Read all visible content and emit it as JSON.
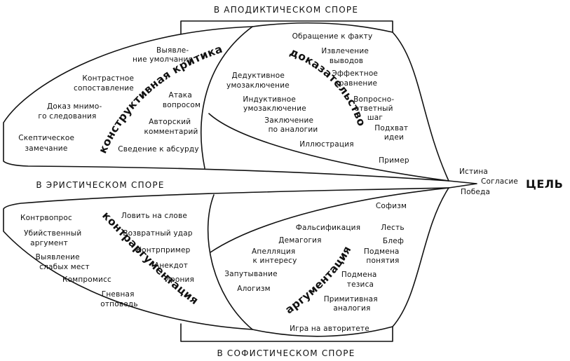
{
  "headers": {
    "apodictic": "В АПОДИКТИЧЕСКОМ СПОРЕ",
    "eristic": "В ЭРИСТИЧЕСКОМ СПОРЕ",
    "sophistic": "В СОФИСТИЧЕСКОМ СПОРЕ"
  },
  "goal": {
    "title": "ЦЕЛЬ",
    "items": [
      "Истина",
      "Согласие",
      "Победа"
    ]
  },
  "constructive_criticism": {
    "title": "конструктивная критика",
    "items": [
      [
        "Выявле-",
        "ние умолчания"
      ],
      [
        "Контрастное",
        "сопоставление"
      ],
      [
        "Доказ мнимо-",
        "го следования"
      ],
      [
        "Скептическое",
        "замечание"
      ],
      [
        "Атака",
        "вопросом"
      ],
      [
        "Авторский",
        "комментарий"
      ],
      [
        "Сведение к абсурду"
      ]
    ]
  },
  "proof": {
    "title": "доказательство",
    "items": [
      [
        "Обращение к факту"
      ],
      [
        "Извлечение",
        "выводов"
      ],
      [
        "Эффектное",
        "сравнение"
      ],
      [
        "Вопросно-",
        "ответный",
        "шаг"
      ],
      [
        "Подхват",
        "идеи"
      ],
      [
        "Пример"
      ],
      [
        "Дедуктивное",
        "умозаключение"
      ],
      [
        "Индуктивное",
        "умозаключение"
      ],
      [
        "Заключение",
        "по аналогии"
      ],
      [
        "Иллюстрация"
      ]
    ]
  },
  "counterargumentation": {
    "title": "контраргументация",
    "items": [
      [
        "Контрвопрос"
      ],
      [
        "Убийственный",
        "аргумент"
      ],
      [
        "Выявление",
        "слабых мест"
      ],
      [
        "Компромисс"
      ],
      [
        "Гневная",
        "отповедь"
      ],
      [
        "Ловить на слове"
      ],
      [
        "Возвратный удар"
      ],
      [
        "Контрпример"
      ],
      [
        "Анекдот"
      ],
      [
        "Ирония"
      ]
    ]
  },
  "argumentation": {
    "title": "аргументация",
    "items": [
      [
        "Софизм"
      ],
      [
        "Фальсификация"
      ],
      [
        "Лесть"
      ],
      [
        "Блеф"
      ],
      [
        "Демагогия"
      ],
      [
        "Апелляция",
        "к интересу"
      ],
      [
        "Подмена",
        "понятия"
      ],
      [
        "Запутывание"
      ],
      [
        "Подмена",
        "тезиса"
      ],
      [
        "Алогизм"
      ],
      [
        "Примитивная",
        "аналогия"
      ],
      [
        "Игра на авторитете"
      ]
    ]
  }
}
